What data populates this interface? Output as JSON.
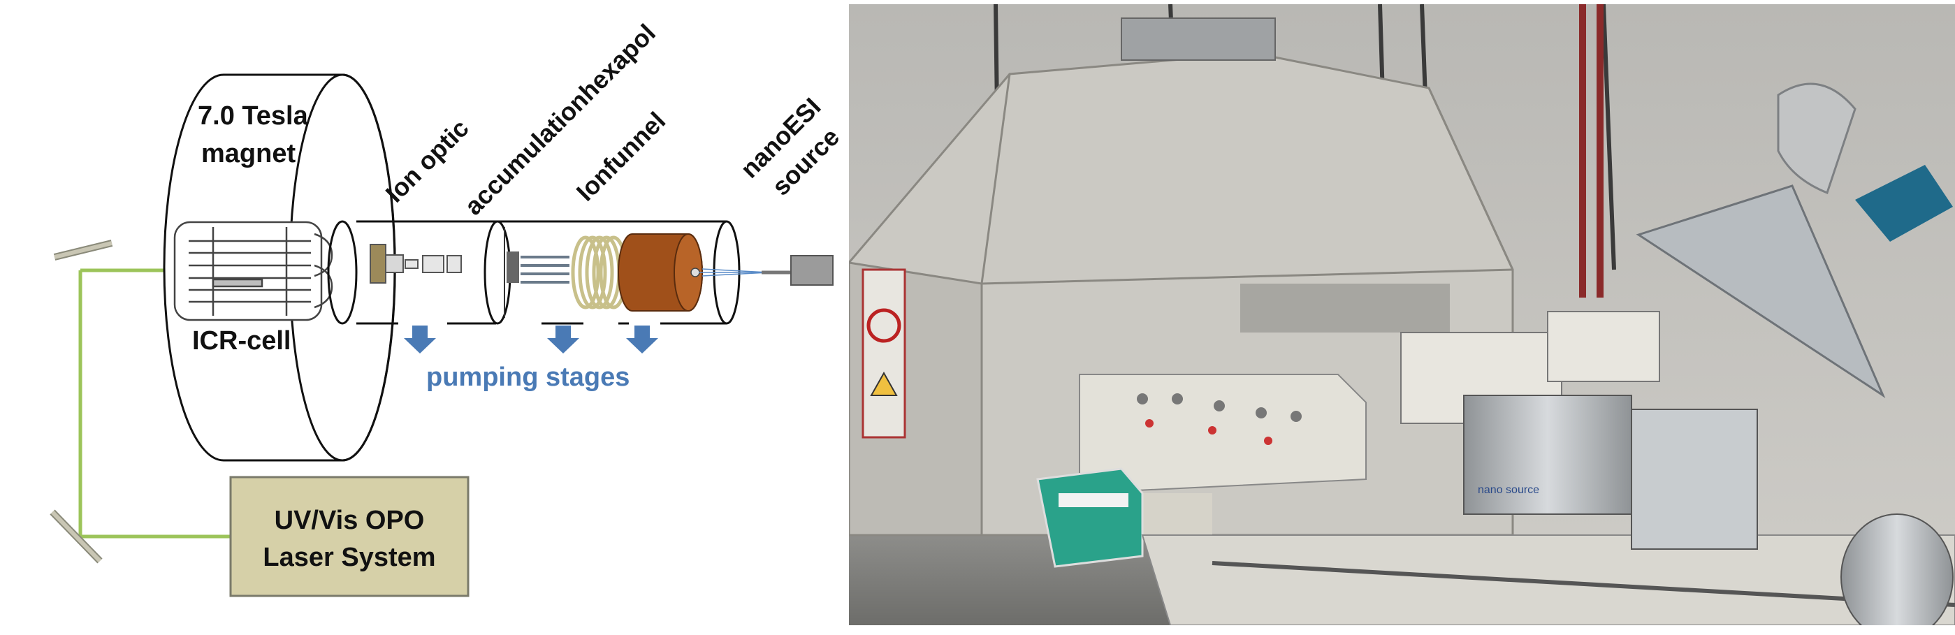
{
  "diagram": {
    "magnet_label_line1": "7.0 Tesla",
    "magnet_label_line2": "magnet",
    "cell_label": "ICR-cell",
    "ion_optic_label": "Ion optic",
    "hexapol_label": "accumulationhexapol",
    "funnel_label": "Ionfunnel",
    "source_label_line1": "nanoESI",
    "source_label_line2": "source",
    "pumping_label": "pumping stages",
    "laser_label_line1": "UV/Vis OPO",
    "laser_label_line2": "Laser System",
    "colors": {
      "laser_beam": "#9cc45a",
      "laser_box": "#d6d0a8",
      "pump_arrow": "#4a7ab5",
      "funnel_rings": "#c8c08a",
      "funnel_body": "#a0501a"
    }
  },
  "photo": {
    "sign_text": "nano source"
  }
}
